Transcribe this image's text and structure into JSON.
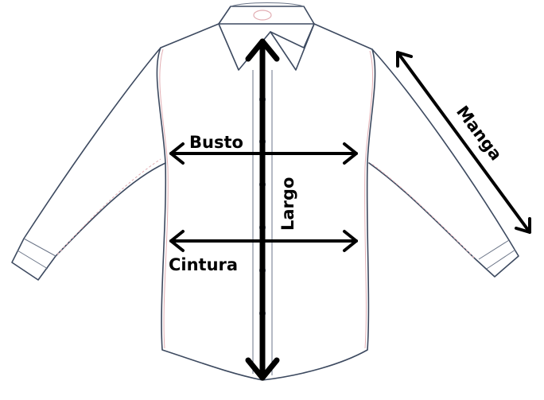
{
  "labels": {
    "busto": "Busto",
    "cintura": "Cintura",
    "largo": "Largo",
    "manga": "Manga"
  },
  "colors": {
    "outline": "#3d4a60",
    "seam": "#e2aeb3",
    "arrow": "#000000"
  }
}
